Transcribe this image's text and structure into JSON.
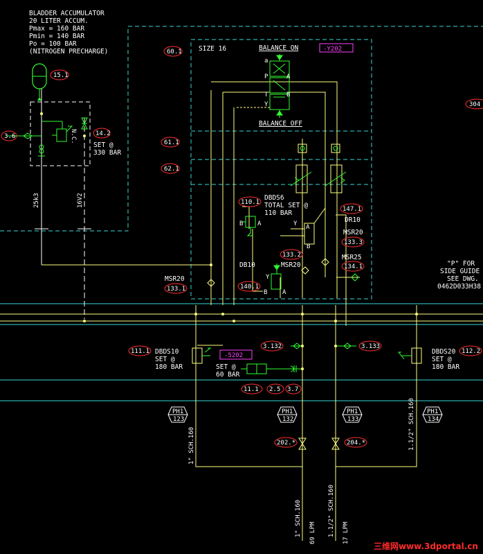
{
  "colors": {
    "background": "#000000",
    "cyan": "#38d8d8",
    "yellow": "#ffff80",
    "green": "#30ff30",
    "white": "#ffffff",
    "red": "#ff3030",
    "magenta": "#ff40ff"
  },
  "accumulator_notes": {
    "line1": "BLADDER ACCUMULATOR",
    "line2": "20 LITER ACCUM.",
    "line3": "Pmax = 160 BAR",
    "line4": "Pmin = 140 BAR",
    "line5": "Po = 100 BAR",
    "line6": "(NITROGEN PRECHARGE)"
  },
  "valve_block": {
    "size_label": "SIZE 16",
    "balance_on": "BALANCE ON",
    "balance_off": "BALANCE OFF",
    "solenoid_tag": "-Y202",
    "port_a_top": "a",
    "port_p": "P",
    "port_a": "A",
    "port_t": "T",
    "port_b": "B",
    "port_y": "Y"
  },
  "dbds6": {
    "name": "DBDS6",
    "line2": "TOTAL SET @",
    "line3": "110 BAR"
  },
  "relief_left": {
    "set": "SET @",
    "value": "330 BAR",
    "nc": "N.C."
  },
  "pipe_labels": {
    "p25k3": "25k3",
    "p16v2": "16V2",
    "sch160_1in": "1\" SCH.160",
    "sch160_112": "1.1/2\" SCH.160",
    "sch160_1in_b": "1\" SCH.160",
    "sch160_112_b": "1.1/2\" SCH.160",
    "lpm69": "69 LPM",
    "lpm17": "17 LPM"
  },
  "component_labels": {
    "db10": "DB10",
    "msr20_a": "MSR20",
    "msr20_b": "MSR20",
    "msr20_c": "MSR20",
    "msr25": "MSR25",
    "dr10": "DR10",
    "y_port": "Y",
    "a_port": "A",
    "b_port": "B",
    "a_port_2": "A",
    "b_port_2": "B",
    "y_port_2": "Y",
    "b_port_3": "B",
    "a_port_3": "A",
    "side_note_1": "\"P\" FOR",
    "side_note_2": "SIDE GUIDE",
    "side_note_3": "SEE DWG.",
    "side_note_4": "0462D033H38"
  },
  "bottom_valves": {
    "dbds10": "DBDS10",
    "dbds10_set": "SET @",
    "dbds10_val": "180 BAR",
    "dbds20": "DBDS20",
    "dbds20_set": "SET @",
    "dbds20_val": "180 BAR",
    "set60": "SET @",
    "set60_val": "60 BAR",
    "tag_5202": "-5202"
  },
  "bubbles": {
    "b15_1": "15.1",
    "b3_6": "3.6",
    "b14_2": "14.2",
    "b60_1": "60.1",
    "b61_1": "61.1",
    "b62_1": "62.1",
    "b110_1": "110.1",
    "b147_1": "147.1",
    "b133_2": "133.2",
    "b133_3": "133.3",
    "b134_1": "134.1",
    "b140_1": "140.1",
    "b133_1": "133.1",
    "b111_1": "111.1",
    "b112_2": "112.2",
    "b3_132": "3.132",
    "b3_133": "3.133",
    "b11_1": "11.1",
    "b2_5": "2.5",
    "b3_7": "3.7",
    "b202": "202.*",
    "b204": "204.*",
    "b304": "304"
  },
  "hexes": {
    "h123_top": "PH1",
    "h123_bot": "123",
    "h132_top": "PH1",
    "h132_bot": "132",
    "h133_top": "PH1",
    "h133_bot": "133",
    "h134_top": "PH1",
    "h134_bot": "134"
  },
  "watermark": "三维网www.3dportal.cn"
}
